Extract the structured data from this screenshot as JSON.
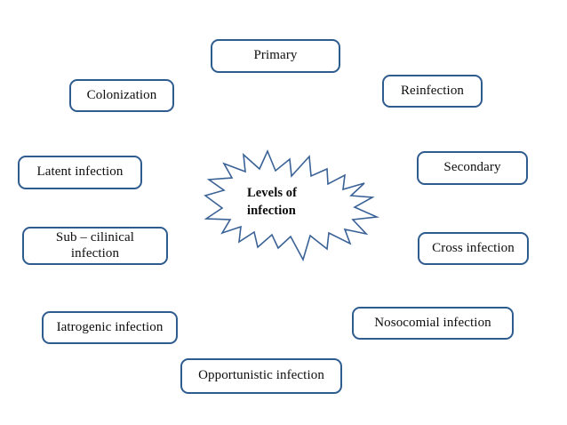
{
  "diagram": {
    "type": "starburst-radial-labels",
    "background_color": "#ffffff",
    "accent_color": "#2f5c8f",
    "text_color": "#0d0d0d",
    "center": {
      "shape": "explosion-star",
      "stroke_color": "#3a6296",
      "fill_color": "#ffffff",
      "title": "Levels of\ninfection"
    },
    "nodes": [
      {
        "id": "primary",
        "label": "Primary"
      },
      {
        "id": "colonization",
        "label": "Colonization"
      },
      {
        "id": "reinfection",
        "label": "Reinfection"
      },
      {
        "id": "latent-infection",
        "label": "Latent infection"
      },
      {
        "id": "secondary",
        "label": "Secondary"
      },
      {
        "id": "sub-cilinical-infection",
        "label": "Sub – cilinical\ninfection"
      },
      {
        "id": "cross-infection",
        "label": "Cross infection"
      },
      {
        "id": "iatrogenic-infection",
        "label": "Iatrogenic infection"
      },
      {
        "id": "nosocomial-infection",
        "label": "Nosocomial infection"
      },
      {
        "id": "opportunistic-infection",
        "label": "Opportunistic infection"
      }
    ]
  }
}
